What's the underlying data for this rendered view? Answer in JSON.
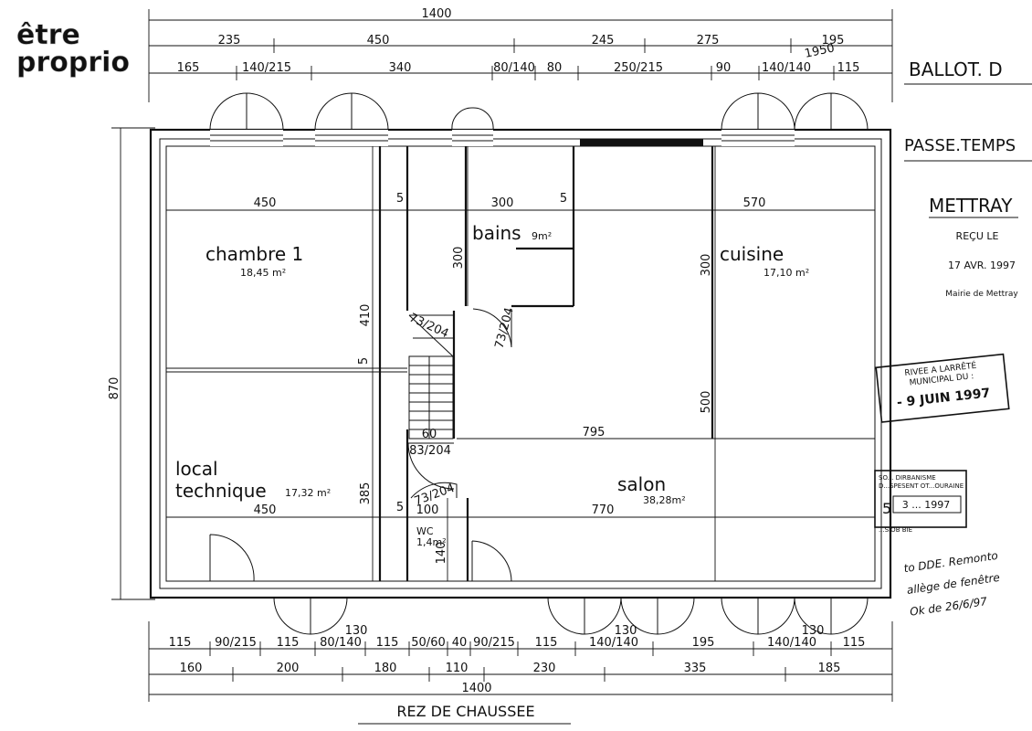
{
  "watermark": {
    "line1": "être",
    "line2": "proprio"
  },
  "dimensions": {
    "top_total": "1400",
    "top_row1": [
      "235",
      "450",
      "245",
      "275",
      "195"
    ],
    "top_row2": [
      "165",
      "140/215",
      "340",
      "80/140",
      "80",
      "250/215",
      "90",
      "140/140",
      "115"
    ],
    "top_extra": "1950",
    "left_total": "870",
    "bottom_row1": [
      "115",
      "90/215",
      "115",
      "80/140",
      "115",
      "50/60",
      "40",
      "90/215",
      "115",
      "140/140",
      "195",
      "140/140",
      "115"
    ],
    "bottom_row2": [
      "160",
      "200",
      "180",
      "110",
      "230",
      "335",
      "185"
    ],
    "bottom_total": "1400",
    "arc_labels": [
      "130",
      "130",
      "130"
    ]
  },
  "interior": {
    "c1_width": "450",
    "c1_gap": "5",
    "bains_width": "300",
    "bains_gap": "5",
    "cuisine_width": "570",
    "bains_height": "300",
    "cuisine_height": "300",
    "c1_height": "410",
    "wall_5": "5",
    "salon_height": "500",
    "stair_60": "60",
    "salon_width_top": "795",
    "lt_width": "450",
    "lt_height": "385",
    "lt_gap": "5",
    "wc_width": "100",
    "salon_width": "770",
    "wc_height": "140",
    "door_bains": "73/204",
    "door_stair": "73/204",
    "door_hall": "83/204",
    "door_wc": "73/204"
  },
  "rooms": {
    "chambre": {
      "name": "chambre  1",
      "area": "18,45 m²"
    },
    "bains": {
      "name": "bains",
      "area": "9m²"
    },
    "cuisine": {
      "name": "cuisine",
      "area": "17,10 m²"
    },
    "local": {
      "name1": "local",
      "name2": "technique",
      "area": "17,32 m²"
    },
    "salon": {
      "name": "salon",
      "area": "38,28m²"
    },
    "wc": {
      "name": "WC",
      "area": "1,4m²"
    }
  },
  "sidebar": {
    "title": "BALLOT. D",
    "subtitle": "PASSE.TEMPS",
    "town": "METTRAY",
    "recu": "REÇU LE",
    "recu_date": "17 AVR. 1997",
    "mairie": "Mairie de Mettray"
  },
  "stamp1": {
    "line1": "RIVEE A LARRÊTÉ",
    "line2": "MUNICIPAL DU :",
    "date": "- 9 JUIN 1997"
  },
  "stamp2": {
    "line1": "SO... DIRBANISME",
    "line2": "D...SPESENT OT...OURAINE",
    "number": "5",
    "date": "3 ... 1997",
    "bottom": "...SIOB BIE"
  },
  "handwritten": {
    "line1": "to DDE. Remonto",
    "line2": "allège de fenêtre",
    "line3": "Ok de 26/6/97"
  },
  "footer": {
    "title": "REZ   DE   CHAUSSEE"
  }
}
